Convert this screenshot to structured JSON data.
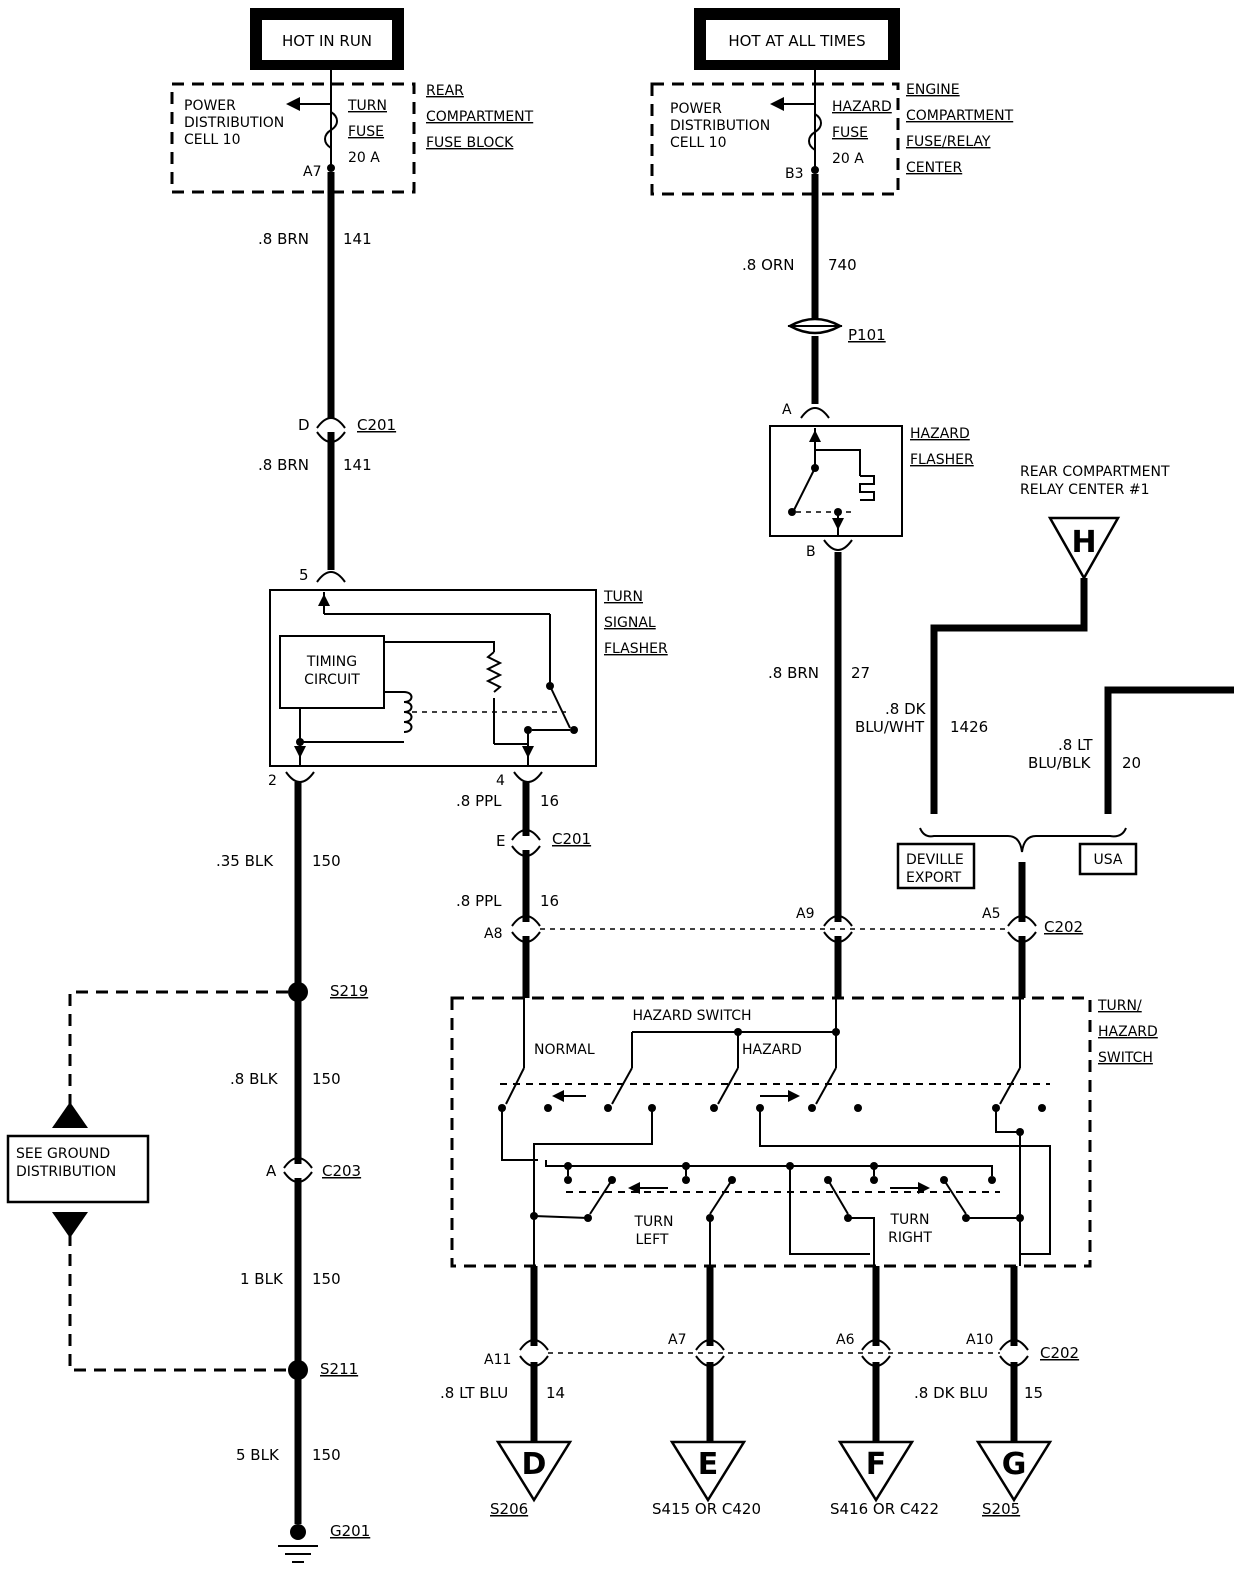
{
  "power": {
    "hot_in_run": "HOT IN RUN",
    "hot_at_all_times": "HOT AT ALL TIMES"
  },
  "left_fuse": {
    "power_dist": [
      "POWER",
      "DISTRIBUTION",
      "CELL 10"
    ],
    "fuse": [
      "TURN",
      "FUSE",
      "20 A"
    ],
    "pin": "A7",
    "block": [
      "REAR",
      "COMPARTMENT",
      "FUSE BLOCK"
    ]
  },
  "right_fuse": {
    "power_dist": [
      "POWER",
      "DISTRIBUTION",
      "CELL 10"
    ],
    "fuse": [
      "HAZARD",
      "FUSE",
      "20 A"
    ],
    "pin": "B3",
    "block": [
      "ENGINE",
      "COMPARTMENT",
      "FUSE/RELAY",
      "CENTER"
    ]
  },
  "wires": {
    "w141a": {
      "gauge": ".8 BRN",
      "circuit": "141"
    },
    "w141b": {
      "gauge": ".8 BRN",
      "circuit": "141"
    },
    "w740": {
      "gauge": ".8 ORN",
      "circuit": "740"
    },
    "w27": {
      "gauge": ".8 BRN",
      "circuit": "27"
    },
    "w150a": {
      "gauge": ".35 BLK",
      "circuit": "150"
    },
    "w150b": {
      "gauge": ".8 BLK",
      "circuit": "150"
    },
    "w150c": {
      "gauge": "1 BLK",
      "circuit": "150"
    },
    "w150d": {
      "gauge": "5 BLK",
      "circuit": "150"
    },
    "w16a": {
      "gauge": ".8 PPL",
      "circuit": "16"
    },
    "w16b": {
      "gauge": ".8 PPL",
      "circuit": "16"
    },
    "w1426": {
      "gauge": [
        ".8 DK",
        "BLU/WHT"
      ],
      "circuit": "1426"
    },
    "w20": {
      "gauge": [
        ".8 LT",
        "BLU/BLK"
      ],
      "circuit": "20"
    },
    "w14": {
      "gauge": ".8 LT BLU",
      "circuit": "14"
    },
    "w15": {
      "gauge": ".8 DK BLU",
      "circuit": "15"
    }
  },
  "connectors": {
    "c201_d": {
      "pin": "D",
      "name": "C201"
    },
    "c201_e": {
      "pin": "E",
      "name": "C201"
    },
    "p101": {
      "name": "P101"
    },
    "flasher_a": "A",
    "flasher_b": "B",
    "flasher_5": "5",
    "flasher_2": "2",
    "flasher_4": "4",
    "c202_top": {
      "pins": [
        "A8",
        "A9",
        "A5"
      ],
      "name": "C202"
    },
    "c202_bottom": {
      "pins": [
        "A11",
        "A7",
        "A6",
        "A10"
      ],
      "name": "C202"
    },
    "c203": {
      "pin": "A",
      "name": "C203"
    }
  },
  "components": {
    "hazard_flasher": [
      "HAZARD",
      "FLASHER"
    ],
    "turn_signal_flasher": [
      "TURN",
      "SIGNAL",
      "FLASHER"
    ],
    "timing_circuit": [
      "TIMING",
      "CIRCUIT"
    ],
    "turn_hazard_switch": [
      "TURN/",
      "HAZARD",
      "SWITCH"
    ],
    "hazard_switch_title": "HAZARD SWITCH",
    "normal": "NORMAL",
    "hazard": "HAZARD",
    "turn_left": [
      "TURN",
      "LEFT"
    ],
    "turn_right": [
      "TURN",
      "RIGHT"
    ]
  },
  "relay_center": {
    "label": [
      "REAR COMPARTMENT",
      "RELAY CENTER #1"
    ],
    "letter": "H"
  },
  "options": {
    "export": [
      "DEVILLE",
      "EXPORT"
    ],
    "usa": "USA"
  },
  "splices": {
    "s219": "S219",
    "s211": "S211"
  },
  "ground": {
    "name": "G201",
    "see": [
      "SEE GROUND",
      "DISTRIBUTION"
    ]
  },
  "outputs": [
    {
      "letter": "D",
      "label": "S206"
    },
    {
      "letter": "E",
      "label": "S415 OR C420"
    },
    {
      "letter": "F",
      "label": "S416 OR C422"
    },
    {
      "letter": "G",
      "label": "S205"
    }
  ]
}
